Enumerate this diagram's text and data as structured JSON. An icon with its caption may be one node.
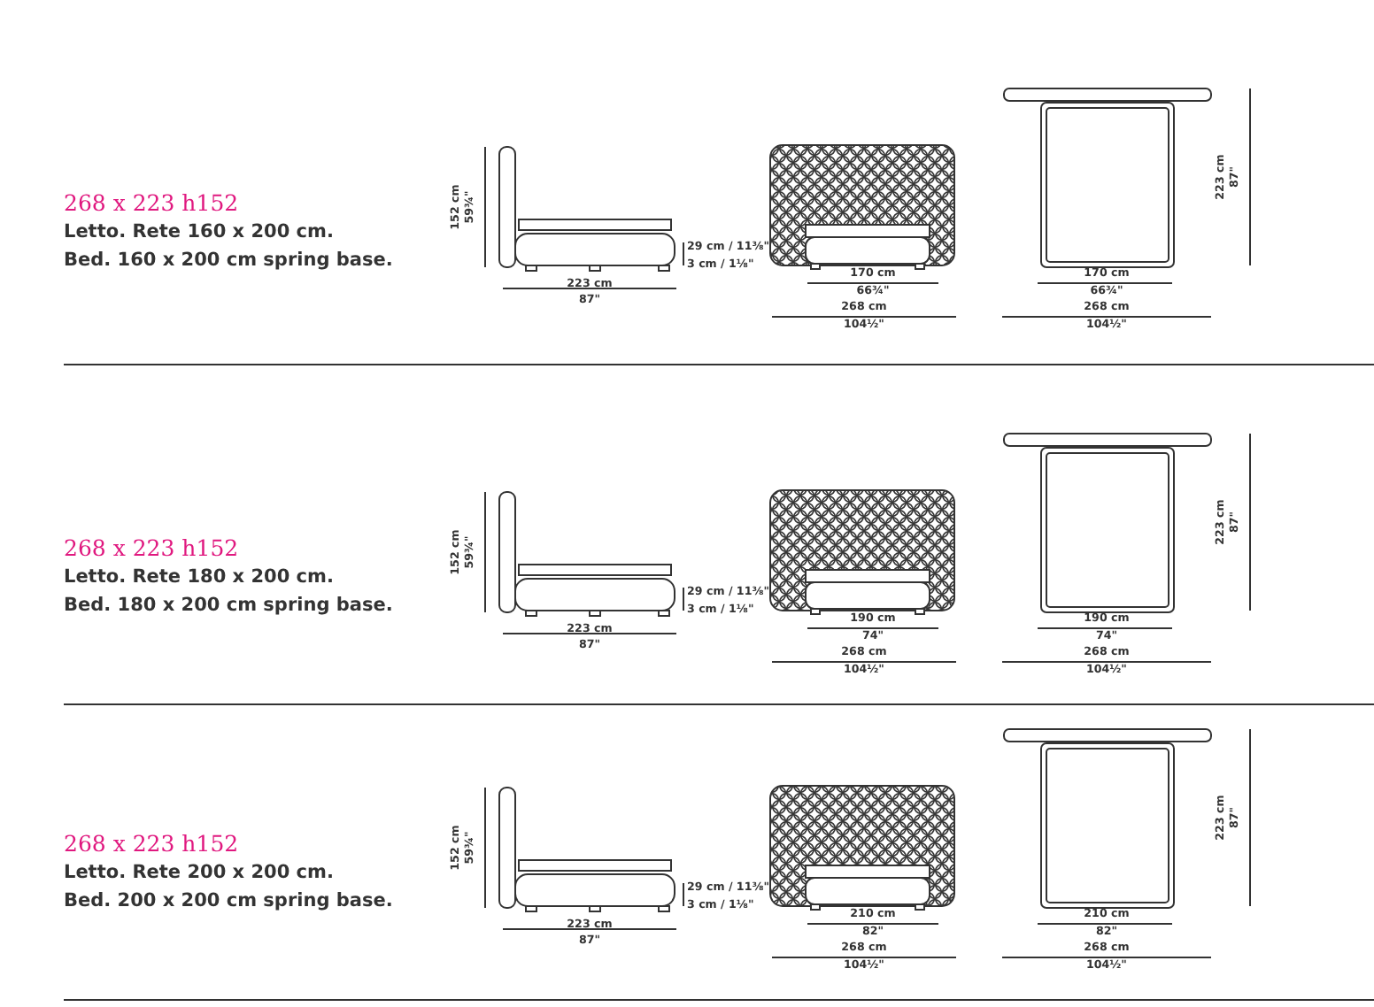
{
  "diagram": {
    "labels": [
      "268 x 223 h152",
      "Letto. Rete 160 x 200 cm.",
      "Bed. 160 x 200 cm spring base.",
      "152 cm",
      "59¾\"",
      "29 cm / 11⅜\"",
      "3 cm / 1⅛\"",
      "223 cm",
      "87\"",
      "170 cm",
      "66¾\"",
      "268 cm",
      "104½\"",
      "170 cm",
      "66¾\"",
      "268 cm",
      "104½\"",
      "223 cm",
      "87\"",
      "268 x 223 h152",
      "Letto. Rete 180 x 200 cm.",
      "Bed. 180 x 200 cm spring base.",
      "152 cm",
      "59¾\"",
      "29 cm / 11⅜\"",
      "3 cm / 1⅛\"",
      "223 cm",
      "87\"",
      "190 cm",
      "74\"",
      "268 cm",
      "104½\"",
      "190 cm",
      "74\"",
      "268 cm",
      "104½\"",
      "223 cm",
      "87\"",
      "268 x 223 h152",
      "Letto. Rete 200 x 200 cm.",
      "Bed. 200 x 200 cm spring base.",
      "152 cm",
      "59¾\"",
      "29 cm / 11⅜\"",
      "3 cm / 1⅛\"",
      "223 cm",
      "87\"",
      "210 cm",
      "82\"",
      "268 cm",
      "104½\"",
      "210 cm",
      "82\"",
      "268 cm",
      "104½\"",
      "223 cm",
      "87\""
    ]
  }
}
